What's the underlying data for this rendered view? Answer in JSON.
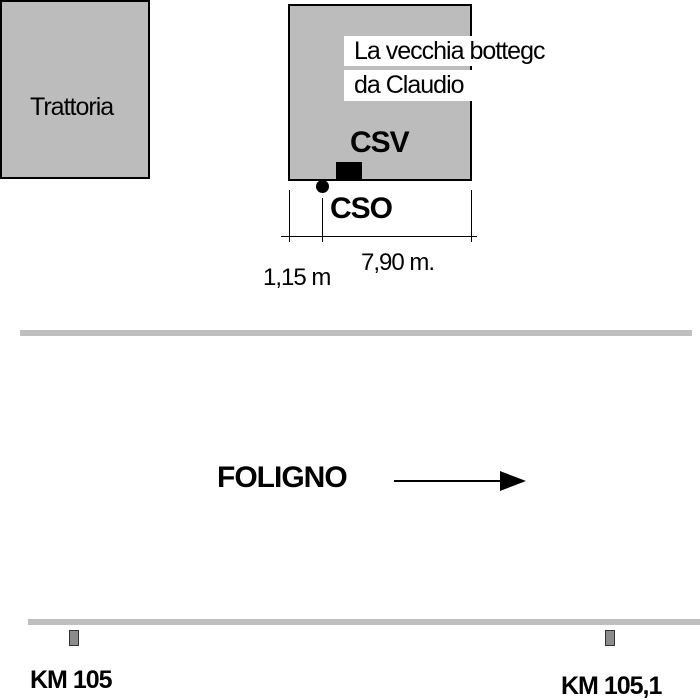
{
  "buildings": {
    "trattoria": "Trattoria",
    "bottega": {
      "line1": "La vecchia bottegc",
      "line2": "da Claudio"
    }
  },
  "sensors": {
    "csv": "CSV",
    "cso": "CSO"
  },
  "dimensions": {
    "left": "1,15 m",
    "right": "7,90 m."
  },
  "direction": {
    "label": "FOLIGNO"
  },
  "km_markers": {
    "start": "KM 105",
    "end": "KM 105,1"
  },
  "colors": {
    "building_fill": "#bcbcbc",
    "road_line": "#bfbfbf",
    "marker_fill": "#8c8c8c"
  }
}
